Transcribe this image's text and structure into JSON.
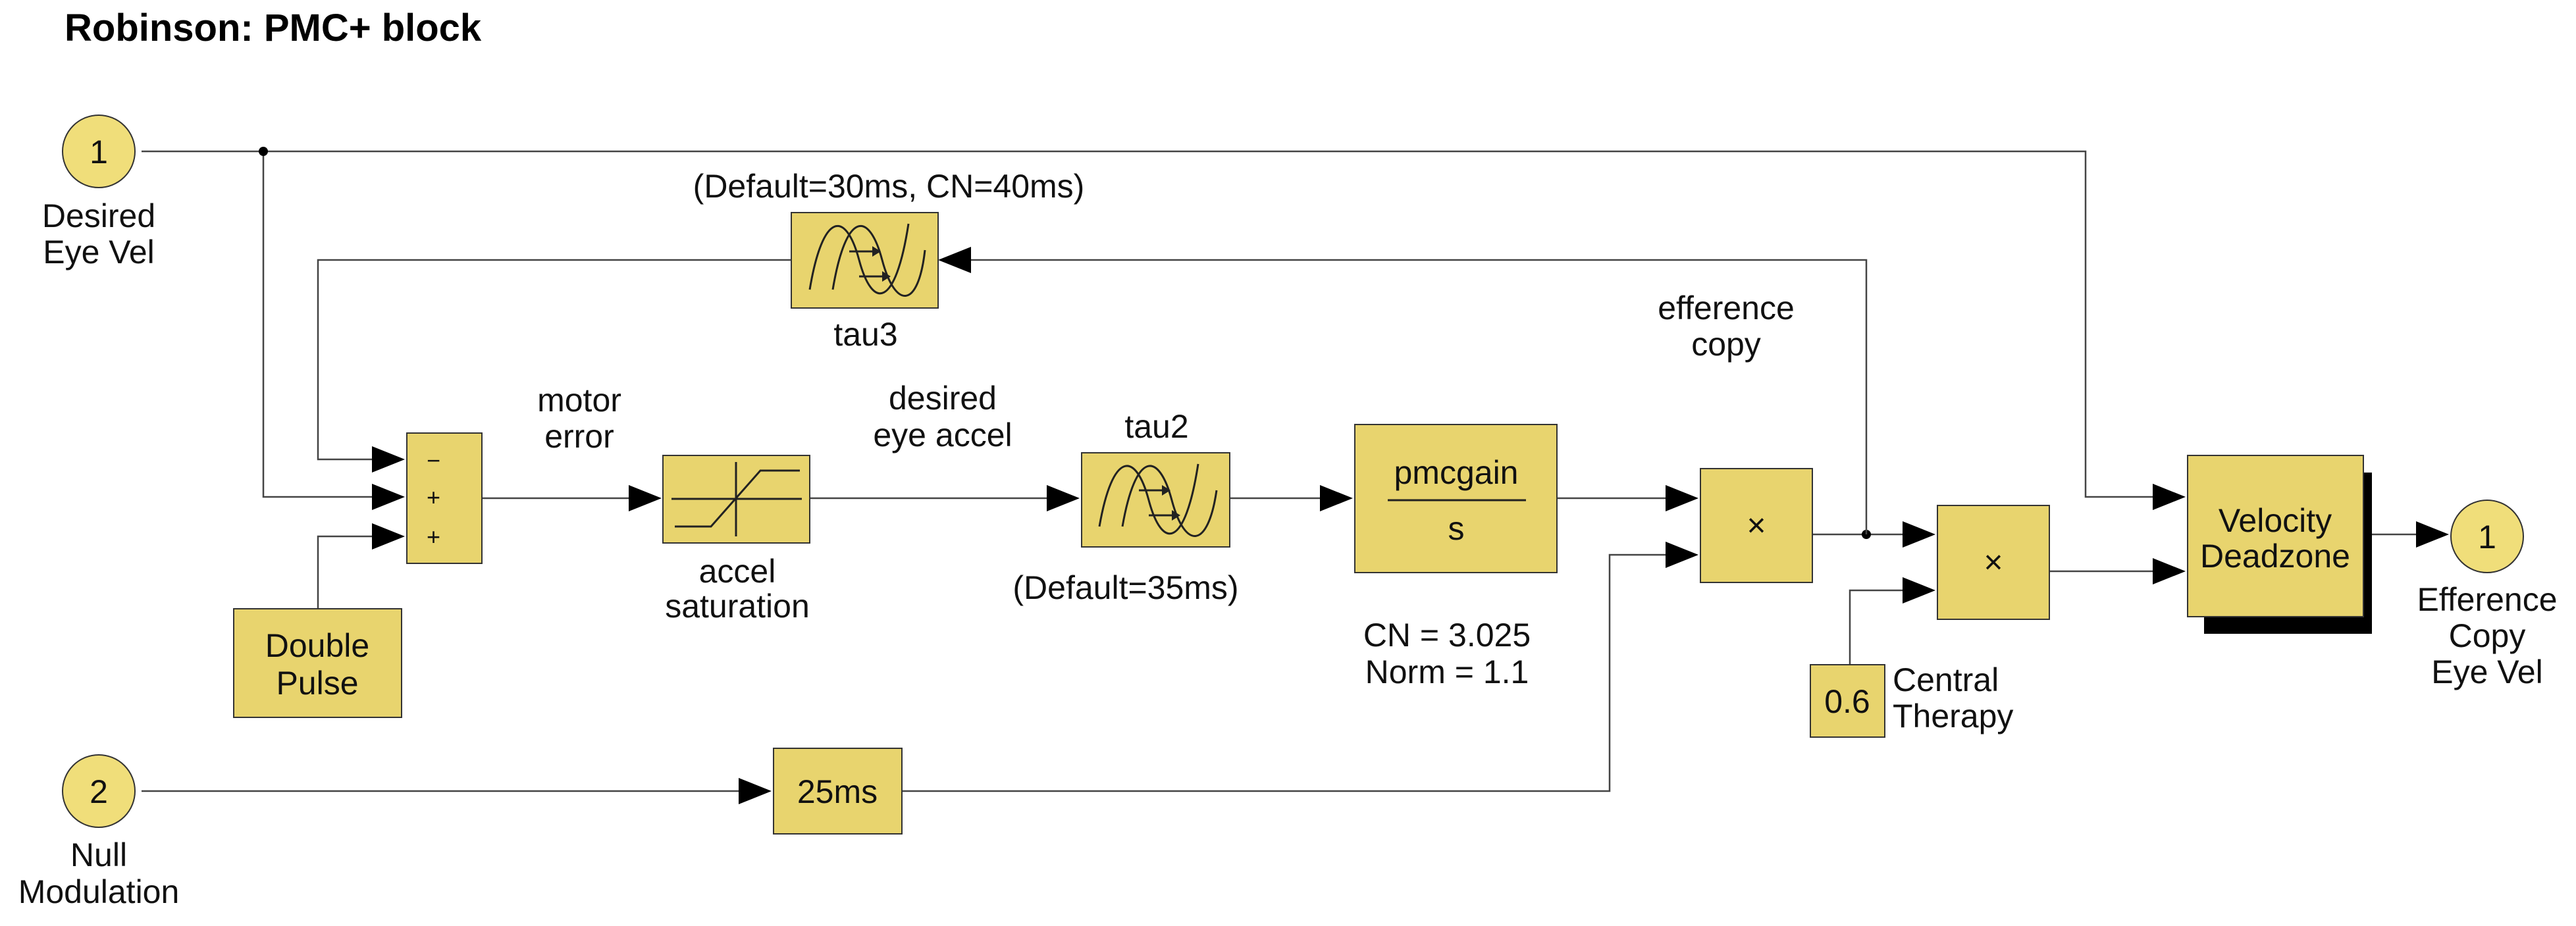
{
  "title": "Robinson: PMC+ block",
  "inports": [
    {
      "number": "1",
      "label_line1": "Desired",
      "label_line2": "Eye Vel"
    },
    {
      "number": "2",
      "label_line1": "Null",
      "label_line2": "Modulation"
    }
  ],
  "outport": {
    "number": "1",
    "label_line1": "Efference",
    "label_line2": "Copy",
    "label_line3": "Eye Vel"
  },
  "blocks": {
    "tau3": {
      "label": "tau3",
      "annotation": "(Default=30ms, CN=40ms)"
    },
    "sum": {
      "signs": [
        "−",
        "+",
        "+"
      ]
    },
    "double_pulse": {
      "line1": "Double",
      "line2": "Pulse"
    },
    "saturation": {
      "label_line1": "accel",
      "label_line2": "saturation"
    },
    "tau2": {
      "label": "tau2",
      "annotation": "(Default=35ms)"
    },
    "integrator": {
      "numerator": "pmcgain",
      "denominator": "s",
      "note_line1": "CN = 3.025",
      "note_line2": "Norm = 1.1"
    },
    "product1": {
      "symbol": "×"
    },
    "product2": {
      "symbol": "×"
    },
    "constant": {
      "value": "0.6",
      "label_line1": "Central",
      "label_line2": "Therapy"
    },
    "delay": {
      "label": "25ms"
    },
    "deadzone": {
      "line1": "Velocity",
      "line2": "Deadzone"
    }
  },
  "signals": {
    "motor_error_line1": "motor",
    "motor_error_line2": "error",
    "desired_accel_line1": "desired",
    "desired_accel_line2": "eye accel",
    "efference_line1": "efference",
    "efference_line2": "copy"
  }
}
